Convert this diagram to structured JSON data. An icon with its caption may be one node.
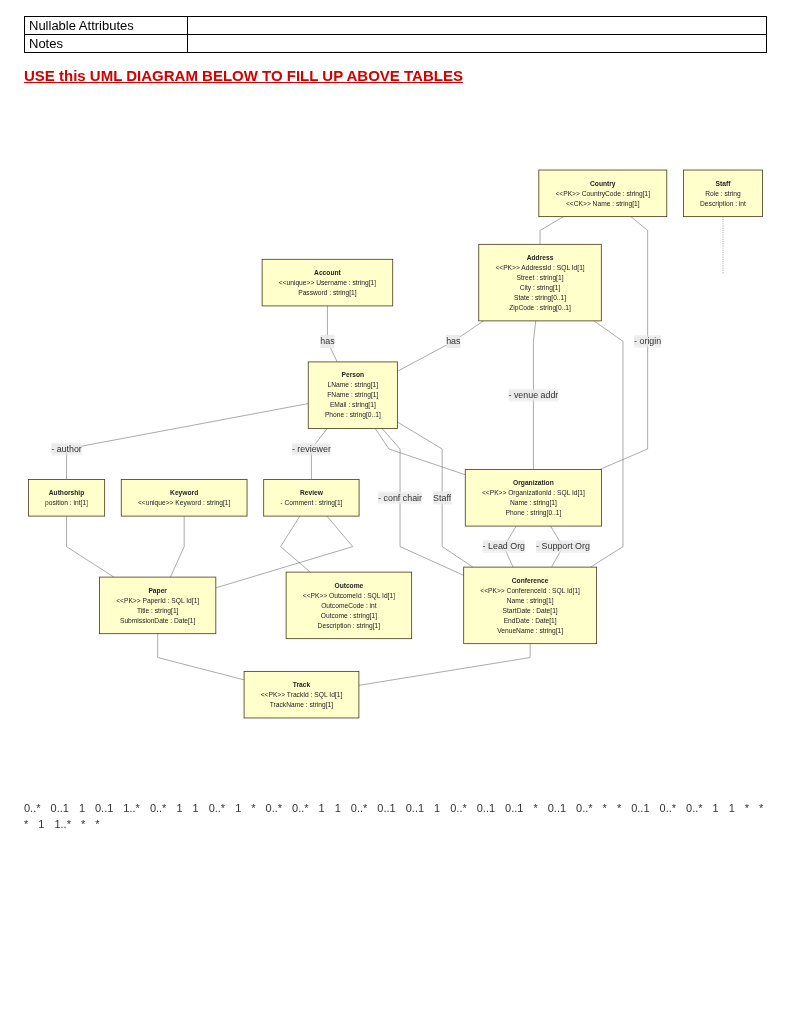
{
  "diagram": {
    "title": "USE this UML DIAGRAM BELOW TO FILL UP ABOVE TABLES",
    "nodes": [
      {
        "text": [
          "Country",
          "<<PK>> CountryCode : string[1]",
          "<<CK>> Name : string[1]"
        ]
      },
      {
        "text": [
          "Account",
          "<<unique>> Username : string[1]",
          "Password : string[1]"
        ]
      },
      {
        "text": [
          "Authorship",
          "position : int[1]"
        ]
      },
      {
        "text": [
          "Keyword",
          "<<unique>> Keyword : string[1]"
        ]
      },
      {
        "text": [
          "Address",
          "<<PK>> AddressId : SQL Id[1]",
          "Street : string[1]",
          "City : string[1]",
          "State : string[0..1]",
          "ZipCode : string[0..1]"
        ]
      },
      {
        "text": [
          "Person",
          "LName : string[1]",
          "FName : string[1]",
          "EMail : string[1]",
          "Phone : string[0..1]"
        ]
      },
      {
        "text": [
          "Review",
          "- Comment : string[1]"
        ]
      },
      {
        "text": [
          "Paper",
          "<<PK>> PaperId : SQL Id[1]",
          "Title : string[1]",
          "SubmissionDate : Date[1]"
        ]
      },
      {
        "text": [
          "Outcome",
          "<<PK>> OutcomeId : SQL Id[1]",
          "OutcomeCode : int",
          "Outcome : string[1]",
          "Description : string[1]"
        ]
      },
      {
        "text": [
          "Staff",
          "Role : string",
          "Description : int"
        ]
      },
      {
        "text": [
          "Organization",
          "<<PK>> OrganizationId : SQL Id[1]",
          "Name : string[1]",
          "Phone : string[0..1]"
        ]
      },
      {
        "text": [
          "Conference",
          "<<PK>> ConferenceId : SQL Id[1]",
          "Name : string[1]",
          "StartDate : Date[1]",
          "EndDate : Date[1]",
          "VenueName : string[1]"
        ]
      },
      {
        "text": [
          "Track",
          "<<PK>> TrackId : SQL Id[1]",
          "TrackName : string[1]"
        ]
      }
    ],
    "edges": [
      {
        "from": 0,
        "to": 4,
        "arrow": "none"
      },
      {
        "from": 0,
        "to": 10,
        "arrow": "none",
        "label": "- origin"
      },
      {
        "from": 1,
        "to": 5,
        "arrow": "none",
        "label": "has"
      },
      {
        "from": 4,
        "to": 5,
        "arrow": "none",
        "label": "has"
      },
      {
        "from": 4,
        "to": 10,
        "arrow": "none",
        "label": "- venue addr"
      },
      {
        "from": 4,
        "to": 11,
        "arrow": "none"
      },
      {
        "from": 5,
        "to": 2,
        "arrow": "none",
        "label": "- author"
      },
      {
        "from": 2,
        "to": 7,
        "arrow": "none"
      },
      {
        "from": 5,
        "to": 6,
        "arrow": "none",
        "label": "- reviewer"
      },
      {
        "from": 6,
        "to": 8,
        "arrow": "none"
      },
      {
        "from": 6,
        "to": 7,
        "arrow": "none"
      },
      {
        "from": 3,
        "to": 7,
        "arrow": "none"
      },
      {
        "from": 7,
        "to": 12,
        "arrow": "none"
      },
      {
        "from": 5,
        "to": 10,
        "arrow": "none"
      },
      {
        "from": 5,
        "to": 11,
        "arrow": "none",
        "label": "- conf chair"
      },
      {
        "from": 5,
        "to": 11,
        "arrow": "none",
        "label": "Staff"
      },
      {
        "from": 9,
        "to": null,
        "arrow": "none",
        "style": "dashed"
      },
      {
        "from": 10,
        "to": 11,
        "arrow": "none",
        "label": "- Lead Org"
      },
      {
        "from": 10,
        "to": 11,
        "arrow": "none",
        "label": "- Support Org"
      },
      {
        "from": 11,
        "to": 12,
        "arrow": "none"
      }
    ],
    "labels": [
      "Nullable Attributes",
      "Notes",
      "0..*",
      "0..1",
      "1",
      "0..1",
      "1..*",
      "0..*",
      "1",
      "1",
      "0..*",
      "1",
      "*",
      "0..*",
      "0..*",
      "1",
      "1",
      "0..*",
      "0..1",
      "0..1",
      "1",
      "0..*",
      "0..1",
      "0..1",
      "*",
      "0..1",
      "0..*",
      "*",
      "*",
      "0..1",
      "0..*",
      "0..*",
      "1",
      "1",
      "*",
      "*",
      "*",
      "1",
      "1..*",
      "*",
      "*"
    ]
  }
}
